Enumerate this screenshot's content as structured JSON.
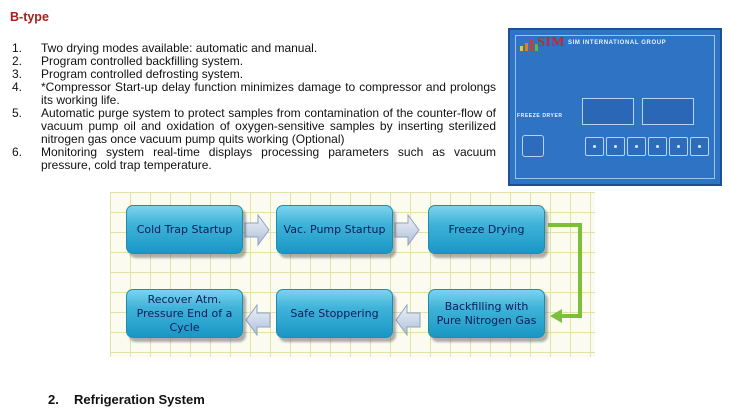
{
  "heading": "B-type",
  "features": [
    {
      "num": "1.",
      "text": "Two drying modes available: automatic and manual."
    },
    {
      "num": "2.",
      "text": "Program controlled backfilling system."
    },
    {
      "num": "3.",
      "text": "Program controlled defrosting system."
    },
    {
      "num": "4.",
      "text": "*Compressor Start-up delay function minimizes damage to compressor and prolongs its working life."
    },
    {
      "num": "5.",
      "text": "Automatic purge system to protect samples from contamination of the counter-flow of vacuum pump oil and oxidation of oxygen-sensitive samples by inserting sterilized nitrogen gas once vacuum pump quits working (Optional)"
    },
    {
      "num": "6.",
      "text": "Monitoring system real-time displays processing parameters such as vacuum pressure,   cold trap temperature."
    }
  ],
  "panel": {
    "brand": "SIM",
    "company": "SIM INTERNATIONAL GROUP",
    "model": "FREEZE DRYER"
  },
  "flow": {
    "cold_trap": "Cold Trap Startup",
    "vac_pump": "Vac. Pump Startup",
    "freeze_drying": "Freeze Drying",
    "backfilling": "Backfilling with Pure Nitrogen Gas",
    "safe_stoppering": "Safe Stoppering",
    "recover": "Recover Atm. Pressure End of a Cycle"
  },
  "section": {
    "num": "2.",
    "title": "Refrigeration System"
  },
  "colors": {
    "heading": "#a8201a",
    "panel_blue": "#2f73c5",
    "node_blue": "#3fb3d9",
    "node_text": "#0e1c5a",
    "loop_arrow": "#7cbf3a"
  }
}
